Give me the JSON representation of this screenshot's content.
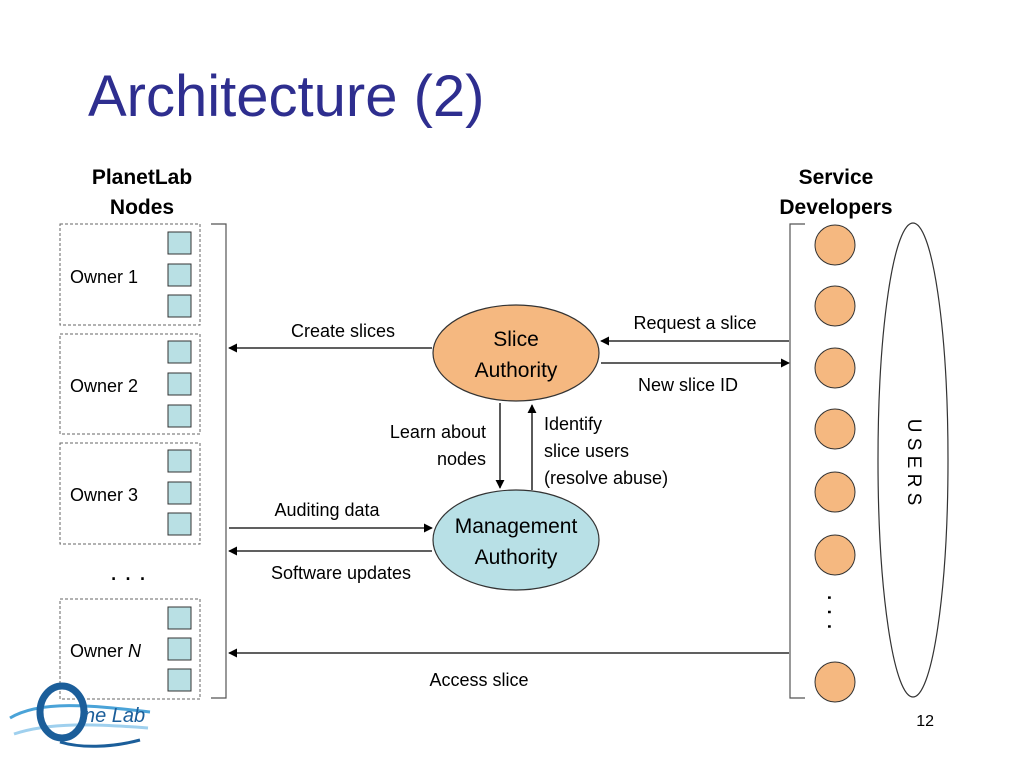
{
  "slide": {
    "title": "Architecture (2)",
    "page_number": "12"
  },
  "nodes_column": {
    "heading_line1": "PlanetLab",
    "heading_line2": "Nodes",
    "owners": [
      "Owner 1",
      "Owner 2",
      "Owner 3"
    ],
    "ellipsis": ". . .",
    "owner_n_prefix": "Owner ",
    "owner_n_var": "N"
  },
  "developers_column": {
    "heading_line1": "Service",
    "heading_line2": "Developers",
    "ellipsis": ". . .",
    "users_label": "U S E R S"
  },
  "authorities": {
    "slice_line1": "Slice",
    "slice_line2": "Authority",
    "mgmt_line1": "Management",
    "mgmt_line2": "Authority"
  },
  "flows": {
    "create_slices": "Create slices",
    "request_slice": "Request a slice",
    "new_slice_id": "New slice ID",
    "learn_line1": "Learn about",
    "learn_line2": "nodes",
    "identify_line1": "Identify",
    "identify_line2": "slice users",
    "identify_line3": "(resolve abuse)",
    "auditing_data": "Auditing data",
    "software_updates": "Software updates",
    "access_slice": "Access slice"
  },
  "logo": {
    "text": "One Lab"
  },
  "colors": {
    "title": "#2e2e8f",
    "slice_authority_fill": "#f5b880",
    "mgmt_authority_fill": "#b8e0e6",
    "node_square_fill": "#b9e0e4",
    "developer_circle_fill": "#f5b880"
  }
}
